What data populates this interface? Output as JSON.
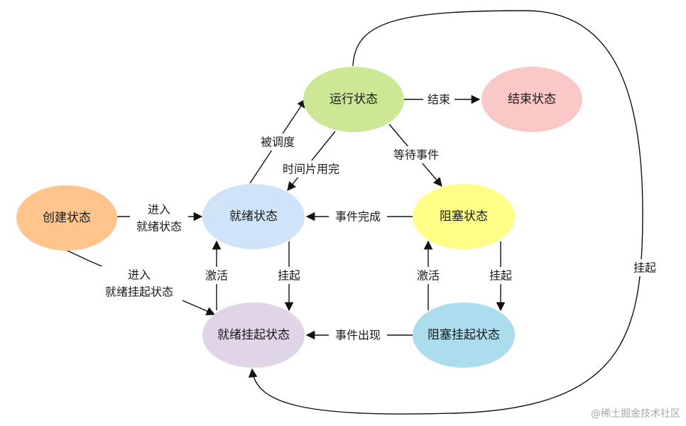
{
  "nodes": {
    "create": {
      "label": "创建状态",
      "color": "#FFC58C"
    },
    "ready": {
      "label": "就绪状态",
      "color": "#CFE4F8"
    },
    "running": {
      "label": "运行状态",
      "color": "#CCE894"
    },
    "end": {
      "label": "结束状态",
      "color": "#FBC8C8"
    },
    "blocked": {
      "label": "阻塞状态",
      "color": "#FFFF88"
    },
    "ready_suspended": {
      "label": "就绪挂起状态",
      "color": "#E0D4E7"
    },
    "blocked_suspended": {
      "label": "阻塞挂起状态",
      "color": "#ACDDEF"
    }
  },
  "edges": {
    "create_to_ready": {
      "line1": "进入",
      "line2": "就绪状态"
    },
    "create_to_ready_suspended": {
      "line1": "进入",
      "line2": "就绪挂起状态"
    },
    "ready_to_running": "被调度",
    "running_to_ready": "时间片用完",
    "running_to_end": "结束",
    "running_to_blocked": "等待事件",
    "blocked_to_ready": "事件完成",
    "ready_to_ready_suspended": "挂起",
    "ready_suspended_to_ready": "激活",
    "blocked_to_blocked_suspended": "挂起",
    "blocked_suspended_to_blocked": "激活",
    "blocked_suspended_to_ready_suspended": "事件出现",
    "running_to_ready_suspended": "挂起"
  },
  "watermark": "@稀土掘金技术社区"
}
